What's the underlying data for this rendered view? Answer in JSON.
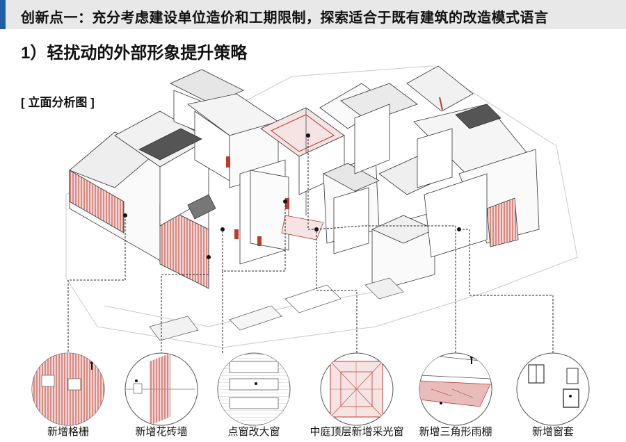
{
  "header": {
    "title": "创新点一：充分考虑建设单位造价和工期限制，探索适合于既有建筑的改造模式语言",
    "accent_color": "#1f5fa8"
  },
  "section": {
    "title": "1）轻扰动的外部形象提升策略"
  },
  "diagram": {
    "label": "[ 立面分析图 ]",
    "highlight_color": "#c0392b"
  },
  "details": [
    {
      "caption": "新增格栅",
      "icon": "vertical-grille"
    },
    {
      "caption": "新增花砖墙",
      "icon": "perforated-brick-wall"
    },
    {
      "caption": "点窗改大窗",
      "icon": "enlarged-window"
    },
    {
      "caption": "中庭顶层新增采光窗",
      "icon": "atrium-skylight"
    },
    {
      "caption": "新增三角形雨棚",
      "icon": "triangular-canopy"
    },
    {
      "caption": "新增窗套",
      "icon": "window-frame"
    }
  ]
}
